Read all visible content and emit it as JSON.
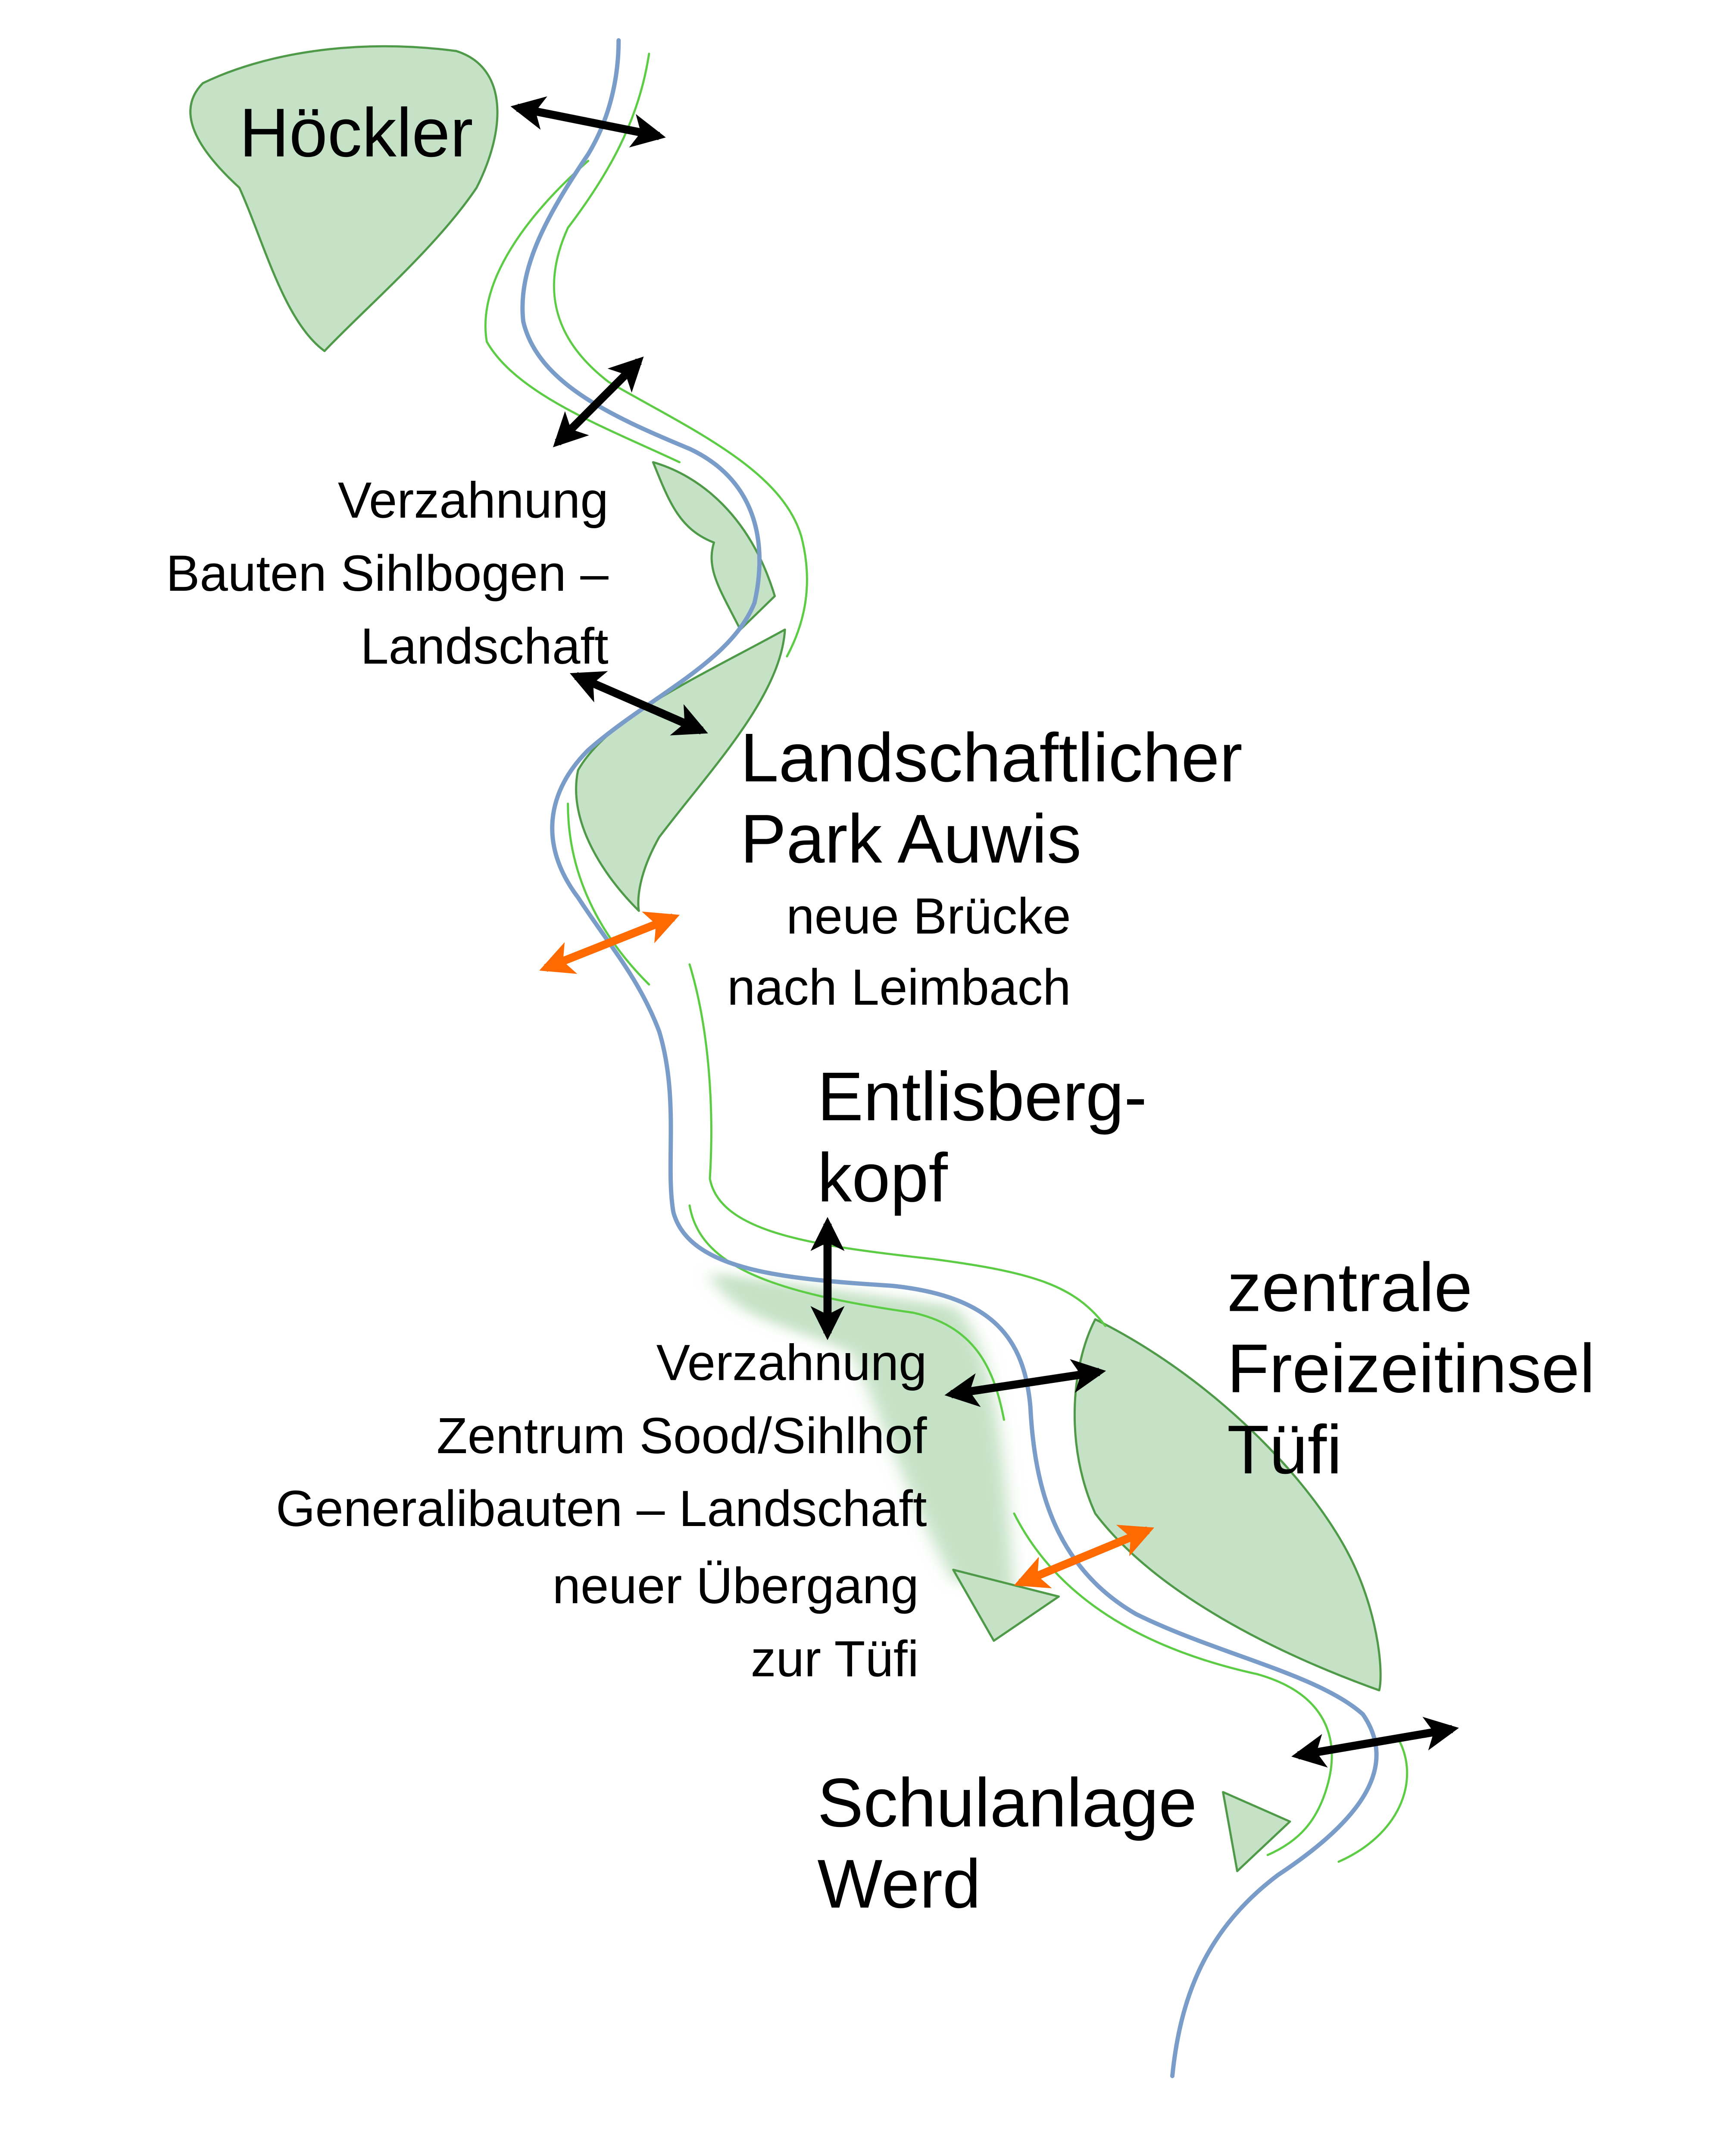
{
  "colors": {
    "river": "#7a9cc9",
    "bank_green": "#5ccc45",
    "area_fill": "#c6e2c6",
    "area_outline": "#4f9a48",
    "arrow_black": "#000000",
    "arrow_orange": "#ff6a00"
  },
  "labels": {
    "hoeckler": "Höckler",
    "verzahnung_sihlbogen": [
      "Verzahnung",
      "Bauten Sihlbogen –",
      "Landschaft"
    ],
    "park_auwis": [
      "Landschaftlicher",
      "Park Auwis"
    ],
    "neue_bruecke": [
      "neue Brücke",
      "nach Leimbach"
    ],
    "entlisbergkopf": [
      "Entlisberg-",
      "kopf"
    ],
    "freizeitinsel": [
      "zentrale",
      "Freizeitinsel",
      "Tüfi"
    ],
    "verzahnung_sood": [
      "Verzahnung",
      "Zentrum Sood/Sihlhof",
      "Generalibauten – Landschaft"
    ],
    "neuer_uebergang": [
      "neuer Übergang",
      "zur Tüfi"
    ],
    "schulanlage": [
      "Schulanlage",
      "Werd"
    ]
  },
  "icons": {
    "connection_arrow": "double-headed-arrow-black",
    "new_crossing_arrow": "double-headed-arrow-orange"
  }
}
